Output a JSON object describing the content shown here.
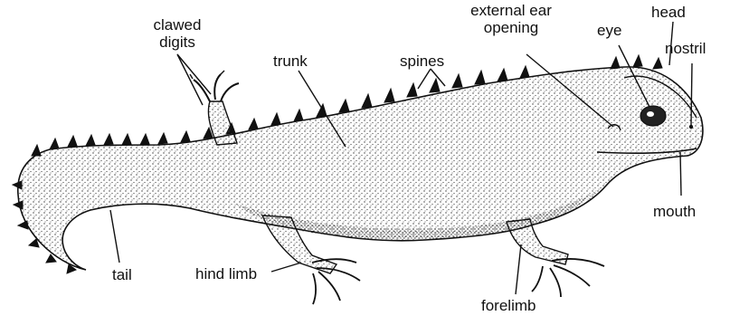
{
  "labels": {
    "clawed_digits": [
      "clawed",
      "digits"
    ],
    "trunk": "trunk",
    "spines": "spines",
    "external_ear_opening": [
      "external ear",
      "opening"
    ],
    "eye": "eye",
    "head": "head",
    "nostril": "nostril",
    "mouth": "mouth",
    "tail": "tail",
    "hind_limb": "hind limb",
    "forelimb": "forelimb"
  },
  "colors": {
    "ink": "#111111",
    "background": "#ffffff",
    "stipple": "#3a3a3a"
  }
}
